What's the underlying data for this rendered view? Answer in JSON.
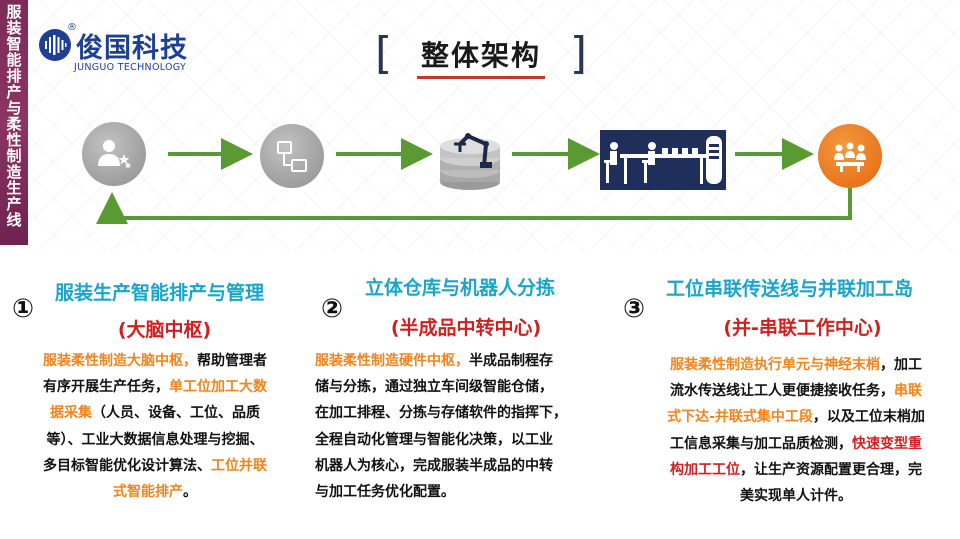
{
  "sidebar": {
    "text": "服装智能排产与柔性制造生产线",
    "color": "#7d2a59"
  },
  "logo": {
    "reg": "®",
    "name": "俊国科技",
    "subtitle": "JUNGUO TECHNOLOGY",
    "color": "#1e3f94"
  },
  "title": {
    "left": "[",
    "text": "整体架构",
    "right": "]"
  },
  "flow": {
    "nodes": [
      {
        "icon": "worker-stars-icon",
        "style": "gray-circle"
      },
      {
        "icon": "network-hierarchy-icon",
        "style": "gray-circle"
      },
      {
        "icon": "robot-arm-warehouse-icon",
        "style": "plain"
      },
      {
        "icon": "assembly-line-workers-icon",
        "style": "navy-panel"
      },
      {
        "icon": "team-meeting-icon",
        "style": "orange-circle"
      }
    ],
    "arrow_color": "#5a9a32"
  },
  "sections": [
    {
      "num": "①",
      "title": "服装生产智能排产与管理",
      "subtitle": "(大脑中枢)",
      "lines": [
        [
          {
            "t": "服装柔性制造大脑中枢，",
            "c": "o"
          },
          {
            "t": "帮助管理者"
          }
        ],
        [
          {
            "t": "有序开展生产任务，"
          },
          {
            "t": "单工位加工大数",
            "c": "o"
          }
        ],
        [
          {
            "t": "据采集",
            "c": "o"
          },
          {
            "t": "（人员、设备、工位、品质"
          }
        ],
        [
          {
            "t": "等）、工业大数据信息处理与挖掘、"
          }
        ],
        [
          {
            "t": "多目标智能优化设计算法、"
          },
          {
            "t": "工位并联",
            "c": "o"
          }
        ],
        [
          {
            "t": "式智能排产",
            "c": "o"
          },
          {
            "t": "。"
          }
        ]
      ]
    },
    {
      "num": "②",
      "title": "立体仓库与机器人分拣",
      "subtitle": "(半成品中转中心)",
      "lines": [
        [
          {
            "t": "服装柔性制造硬件中枢，",
            "c": "o"
          },
          {
            "t": "半成品制程存"
          }
        ],
        [
          {
            "t": "储与分拣，通过独立车间级智能仓储，"
          }
        ],
        [
          {
            "t": "在加工排程、分拣与存储软件的指挥下，"
          }
        ],
        [
          {
            "t": "全程自动化管理与智能化决策，以工业"
          }
        ],
        [
          {
            "t": "机器人为核心，完成服装半成品的中转"
          }
        ],
        [
          {
            "t": "与加工任务优化配置。"
          }
        ]
      ]
    },
    {
      "num": "③",
      "title": "工位串联传送线与并联加工岛",
      "subtitle": "(并-串联工作中心)",
      "lines": [
        [
          {
            "t": "服装柔性制造执行单元与神经末梢",
            "c": "o"
          },
          {
            "t": "，加工"
          }
        ],
        [
          {
            "t": "流水传送线让工人更便捷接收任务，"
          },
          {
            "t": "串联",
            "c": "o"
          }
        ],
        [
          {
            "t": "式下达-并联式集中工段",
            "c": "o"
          },
          {
            "t": "，以及工位末梢加"
          }
        ],
        [
          {
            "t": "工信息采集与加工品质检测，"
          },
          {
            "t": "快速变型重",
            "c": "r"
          }
        ],
        [
          {
            "t": "构加工工位",
            "c": "r"
          },
          {
            "t": "，让生产资源配置更合理，完"
          }
        ],
        [
          {
            "t": "美实现单人计件。"
          }
        ]
      ]
    }
  ]
}
